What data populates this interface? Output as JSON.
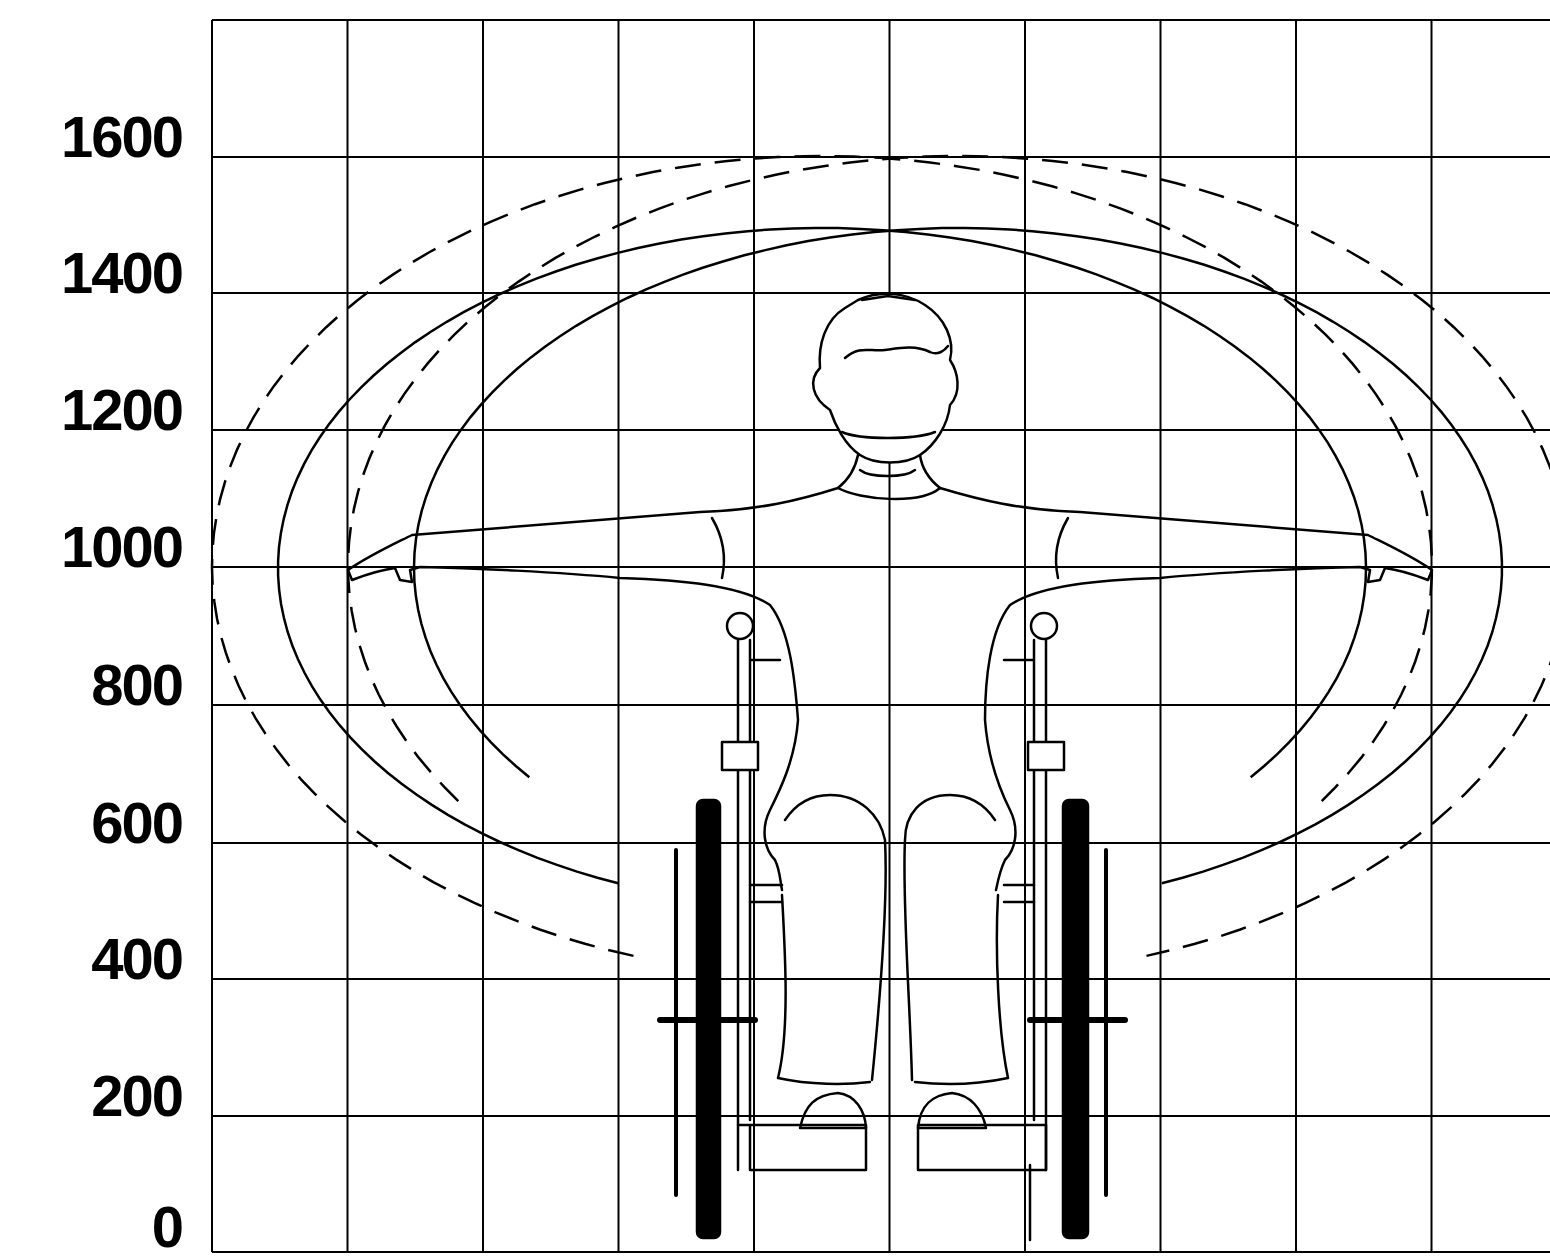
{
  "diagram": {
    "labels": [
      "1600",
      "1400",
      "1200",
      "1000",
      "800",
      "600",
      "400",
      "200",
      "0"
    ]
  }
}
